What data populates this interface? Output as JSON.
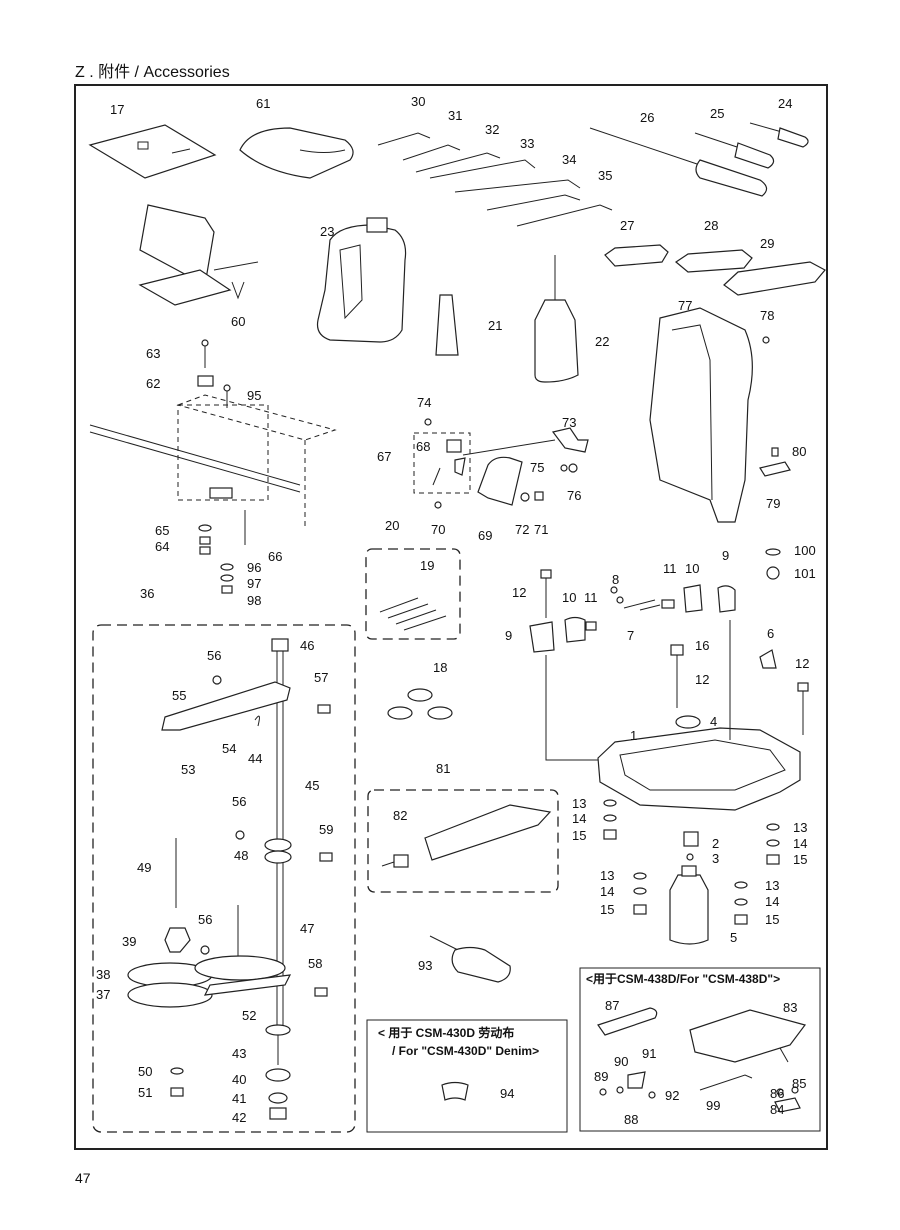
{
  "header": {
    "title": "Z . 附件 / Accessories"
  },
  "page_number": "47",
  "groups": {
    "csm438d": "<用于CSM-438D/For \"CSM-438D\">",
    "csm430d_line1": "< 用于 CSM-430D 劳动布",
    "csm430d_line2": "/ For \"CSM-430D\" Denim>"
  },
  "labels": {
    "p17": "17",
    "p61": "61",
    "p30": "30",
    "p31": "31",
    "p32": "32",
    "p33": "33",
    "p34": "34",
    "p35": "35",
    "p26": "26",
    "p25": "25",
    "p24": "24",
    "p27": "27",
    "p28": "28",
    "p29": "29",
    "p23": "23",
    "p21": "21",
    "p22": "22",
    "p60": "60",
    "p63": "63",
    "p62": "62",
    "p95": "95",
    "p77": "77",
    "p78": "78",
    "p80": "80",
    "p79": "79",
    "p74": "74",
    "p73": "73",
    "p68": "68",
    "p67": "67",
    "p75": "75",
    "p76": "76",
    "p70": "70",
    "p69": "69",
    "p72": "72",
    "p71": "71",
    "p65": "65",
    "p64": "64",
    "p66": "66",
    "p96": "96",
    "p97": "97",
    "p98": "98",
    "p20": "20",
    "p19": "19",
    "p36": "36",
    "p46": "46",
    "p56a": "56",
    "p57": "57",
    "p55": "55",
    "p54": "54",
    "p44": "44",
    "p53": "53",
    "p45": "45",
    "p56b": "56",
    "p59": "59",
    "p48": "48",
    "p49": "49",
    "p47": "47",
    "p56c": "56",
    "p39": "39",
    "p58": "58",
    "p38": "38",
    "p37": "37",
    "p52": "52",
    "p43": "43",
    "p50": "50",
    "p40": "40",
    "p51": "51",
    "p41": "41",
    "p42": "42",
    "p18": "18",
    "p81": "81",
    "p82": "82",
    "p93": "93",
    "p94": "94",
    "p12a": "12",
    "p8": "8",
    "p11a": "11",
    "p10a": "10",
    "p9a": "9",
    "p9b": "9",
    "p10b": "10",
    "p11b": "11",
    "p7": "7",
    "p100": "100",
    "p101": "101",
    "p16": "16",
    "p12b": "12",
    "p6": "6",
    "p12c": "12",
    "p4": "4",
    "p1": "1",
    "p13a": "13",
    "p14a": "14",
    "p15a": "15",
    "p2": "2",
    "p3": "3",
    "p13b": "13",
    "p14b": "14",
    "p15b": "15",
    "p5": "5",
    "p13c": "13",
    "p14c": "14",
    "p15c": "15",
    "p13d": "13",
    "p14d": "14",
    "p15d": "15",
    "p87": "87",
    "p83": "83",
    "p90": "90",
    "p91": "91",
    "p89": "89",
    "p92": "92",
    "p88": "88",
    "p99": "99",
    "p86": "86",
    "p85": "85",
    "p84": "84"
  }
}
